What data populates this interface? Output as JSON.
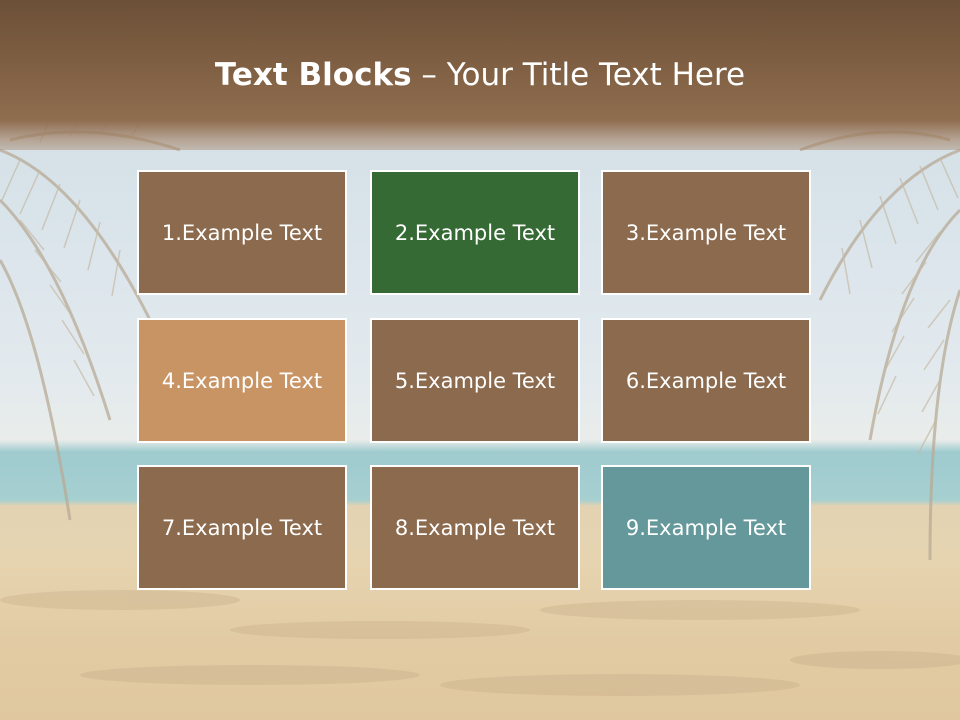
{
  "slide": {
    "title_bold": "Text Blocks",
    "title_dash": " – ",
    "title_rest": "Your Title Text Here"
  },
  "blocks": [
    {
      "label": "1.Example Text",
      "color": "#8b6a4e"
    },
    {
      "label": "2.Example Text",
      "color": "#356a34"
    },
    {
      "label": "3.Example Text",
      "color": "#8b6a4e"
    },
    {
      "label": "4.Example Text",
      "color": "#c99464"
    },
    {
      "label": "5.Example Text",
      "color": "#8b6a4e"
    },
    {
      "label": "6.Example Text",
      "color": "#8b6a4e"
    },
    {
      "label": "7.Example Text",
      "color": "#8b6a4e"
    },
    {
      "label": "8.Example Text",
      "color": "#8b6a4e"
    },
    {
      "label": "9.Example Text",
      "color": "#65989a"
    }
  ]
}
